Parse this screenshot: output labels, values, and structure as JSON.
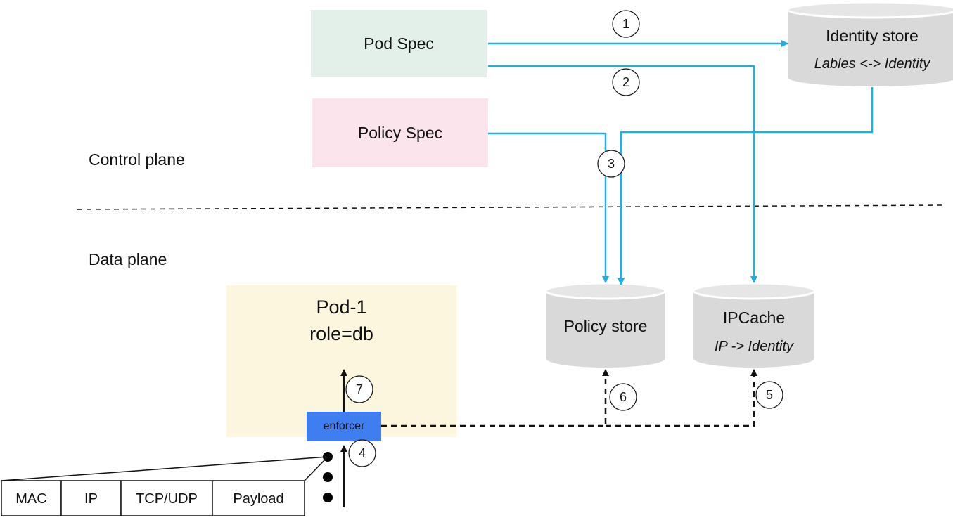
{
  "control_plane_label": "Control plane",
  "data_plane_label": "Data plane",
  "pod_spec_label": "Pod Spec",
  "policy_spec_label": "Policy Spec",
  "identity_store": {
    "title": "Identity store",
    "subtitle": "Lables <-> Identity"
  },
  "policy_store": {
    "title": "Policy store"
  },
  "ipcache": {
    "title": "IPCache",
    "subtitle": "IP -> Identity"
  },
  "pod1": {
    "name": "Pod-1",
    "role": "role=db"
  },
  "enforcer_label": "enforcer",
  "packet_fields": [
    "MAC",
    "IP",
    "TCP/UDP",
    "Payload"
  ],
  "steps": [
    "1",
    "2",
    "3",
    "4",
    "5",
    "6",
    "7"
  ],
  "colors": {
    "pod_spec_fill": "#e2f0e9",
    "policy_spec_fill": "#fbe4ec",
    "pod1_fill": "#fdf6df",
    "enforcer_fill": "#3f7ef0",
    "cylinder_fill": "#d9d9d9",
    "flow_line": "#1ab0e8"
  }
}
